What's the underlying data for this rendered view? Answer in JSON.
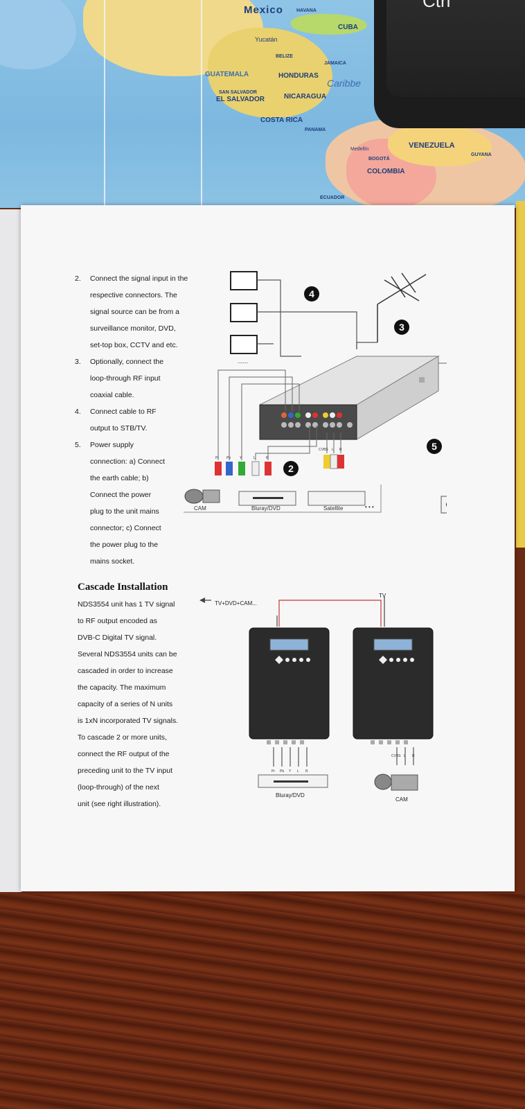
{
  "map": {
    "labels": {
      "mexico": "Mexico",
      "havana": "HAVANA",
      "cuba": "CUBA",
      "yucatan": "Yucatán",
      "jamaica": "JAMAICA",
      "belize": "BELIZE",
      "guatemala": "GUATEMALA",
      "honduras": "HONDURAS",
      "san_salvador": "SAN SALVADOR",
      "el_salvador": "EL SALVADOR",
      "nicaragua": "NICARAGUA",
      "costa_rica": "COSTA RICA",
      "panama": "PANAMA",
      "caribbean": "Caribbe",
      "venezuela": "VENEZUELA",
      "colombia": "COLOMBIA",
      "bogota": "BOGOTÁ",
      "guyana": "GUYANA",
      "ecuador": "ECUADOR",
      "medellin": "Medellín"
    }
  },
  "keyboard": {
    "key_label": "Ctrl"
  },
  "manual": {
    "steps": [
      {
        "num": "2.",
        "lines": [
          "Connect the signal input in the",
          "respective connectors. The",
          "signal source can be from a",
          "surveillance monitor, DVD,",
          "set-top box, CCTV and etc."
        ]
      },
      {
        "num": "3.",
        "lines": [
          "Optionally, connect the",
          "loop-through RF input",
          "coaxial cable."
        ]
      },
      {
        "num": "4.",
        "lines": [
          "Connect cable to RF",
          "output to STB/TV."
        ]
      },
      {
        "num": "5.",
        "lines": [
          "Power supply",
          "connection: a) Connect",
          "the earth cable; b)",
          "Connect the power",
          "plug to the unit mains",
          "connector; c) Connect",
          "the power plug to the",
          "mains socket."
        ]
      }
    ],
    "cascade": {
      "heading": "Cascade Installation",
      "lines": [
        "NDS3554 unit has 1 TV signal",
        "to RF output encoded as",
        "DVB-C Digital TV signal.",
        "Several NDS3554 units can be",
        "cascaded in order to increase",
        "the capacity. The maximum",
        "capacity of a series of N units",
        "is 1xN incorporated TV signals.",
        "To cascade 2 or more units,",
        "connect the RF output of the",
        "preceding unit to the TV input",
        "(loop-through) of the next",
        "unit (see right illustration)."
      ]
    },
    "diagram1": {
      "badges": [
        "4",
        "3",
        "2",
        "5"
      ],
      "devices": {
        "cam": "CAM",
        "bluray": "Bluray/DVD",
        "satellite": "Satellite",
        "more": "• • •"
      },
      "plug_labels_left": [
        "Pr",
        "Pb",
        "Y",
        "L",
        "R"
      ],
      "plug_labels_right": [
        "CVBS",
        "L",
        "R"
      ],
      "dots": "......"
    },
    "diagram2": {
      "output_label": "TV+DVD+CAM...",
      "tv_label": "TV",
      "left_ports": [
        "Pr",
        "Pb",
        "Y",
        "L",
        "R"
      ],
      "right_ports": [
        "CVBS",
        "L",
        "R"
      ],
      "bluray": "Bluray/DVD",
      "cam": "CAM"
    }
  }
}
